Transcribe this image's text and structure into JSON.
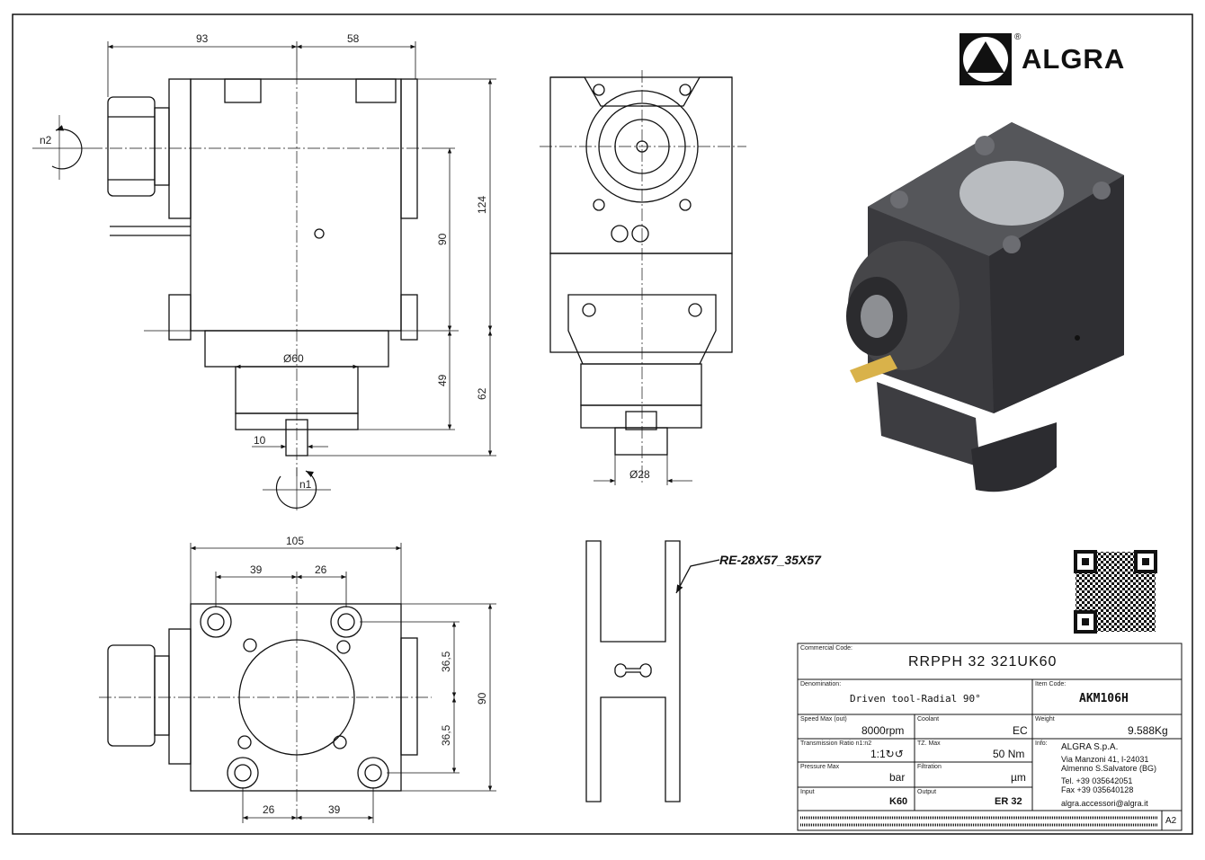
{
  "brand": {
    "name": "ALGRA",
    "registered": "®"
  },
  "dimensions": {
    "top_width_left": "93",
    "top_width_right": "58",
    "height_total": "124",
    "height_body": "90",
    "height_lower": "49",
    "height_bottom": "62",
    "diameter_body": "Ø60",
    "shaft_offset": "10",
    "diameter_shaft": "Ø28",
    "plan_width": "105",
    "plan_left": "39",
    "plan_right": "26",
    "plan_half_top": "36,5",
    "plan_half_bottom": "36,5",
    "plan_height": "90",
    "plan_bottom_left": "26",
    "plan_bottom_right": "39"
  },
  "rotation": {
    "n1": "n1",
    "n2": "n2"
  },
  "annotation": {
    "reference": "RE-28X57_35X57"
  },
  "title_block": {
    "commercial_code_label": "Commercial Code:",
    "commercial_code": "RRPPH 32 321UK60",
    "denomination_label": "Denomination:",
    "denomination": "Driven tool-Radial 90°",
    "item_code_label": "Item Code:",
    "item_code": "AKM106H",
    "speed_label": "Speed Max (out)",
    "speed_value": "8000",
    "speed_unit": "rpm",
    "coolant_label": "Coolant",
    "coolant_value": "EC",
    "weight_label": "Weight",
    "weight_value": "9.588Kg",
    "ratio_label": "Transmission Ratio n1:n2",
    "ratio_value": "1:1↻↺",
    "torque_label": "TZ. Max",
    "torque_value": "50",
    "torque_unit": "Nm",
    "info_label": "Info:",
    "info_company": "ALGRA S.p.A.",
    "info_address1": "Via Manzoni 41, I-24031",
    "info_address2": "Almenno S.Salvatore (BG)",
    "info_tel": "Tel. +39 035642051",
    "info_fax": "Fax +39 035640128",
    "info_email": "algra.accessori@algra.it",
    "pressure_label": "Pressure Max",
    "pressure_unit": "bar",
    "filtration_label": "Filtration",
    "filtration_unit": "µm",
    "input_label": "Input",
    "input_value": "K60",
    "output_label": "Output",
    "output_value": "ER 32",
    "sheet_size": "A2"
  },
  "colors": {
    "line": "#1a1a1a",
    "render_dark": "#3a3a3e",
    "render_mid": "#55565a",
    "render_light": "#b9bcc0",
    "brass": "#d9b24a"
  }
}
